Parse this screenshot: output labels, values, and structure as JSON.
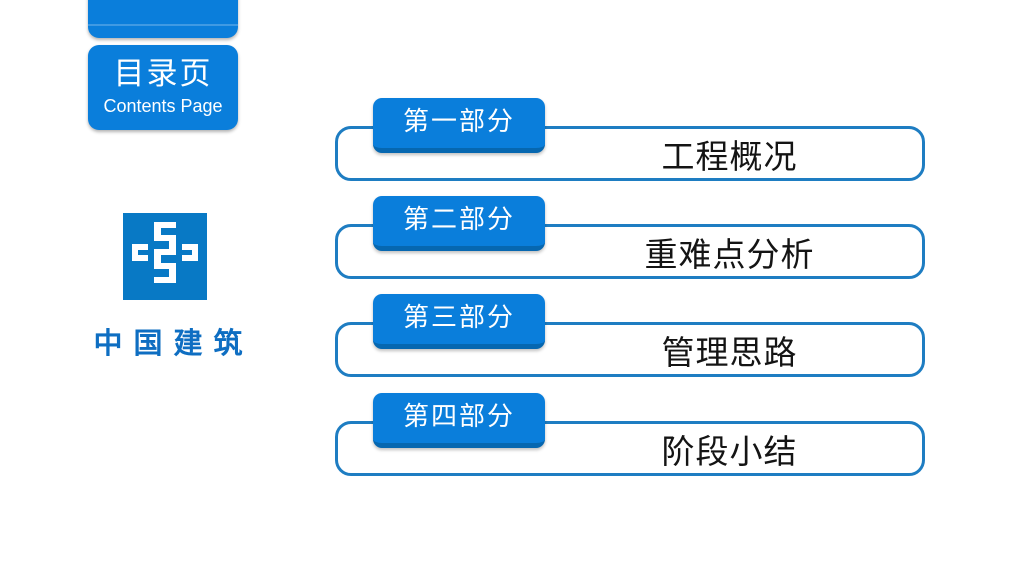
{
  "header": {
    "title_cn": "目录页",
    "title_en": "Contents Page"
  },
  "logo": {
    "icon": "cscec-logo",
    "caption": "中国建筑"
  },
  "toc": {
    "items": [
      {
        "part": "第一部分",
        "title": "工程概况"
      },
      {
        "part": "第二部分",
        "title": "重难点分析"
      },
      {
        "part": "第三部分",
        "title": "管理思路"
      },
      {
        "part": "第四部分",
        "title": "阶段小结"
      }
    ]
  },
  "colors": {
    "primary": "#0a7edb",
    "primary_dark": "#0667b0",
    "box_border": "#1e7dc2",
    "logo_blue": "#0879c5",
    "brand_text": "#0e6ec2",
    "title_text": "#141414"
  }
}
